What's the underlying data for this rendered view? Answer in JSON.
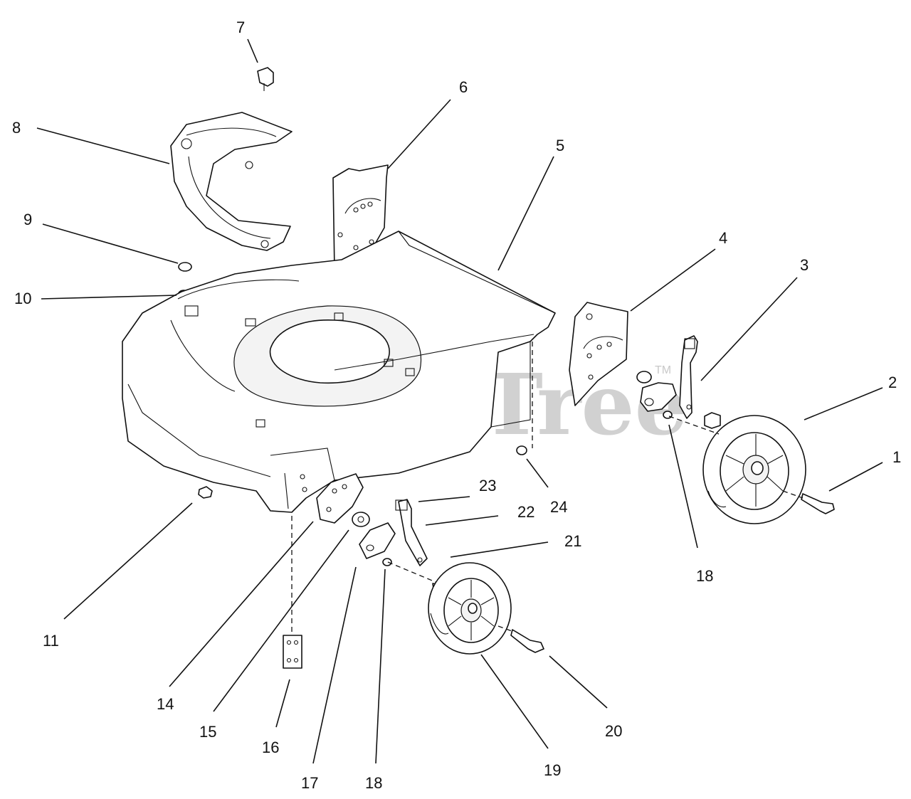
{
  "watermark": {
    "text": "PartsTree",
    "trademark": "TM"
  },
  "callouts": {
    "c1": "1",
    "c2": "2",
    "c3": "3",
    "c4": "4",
    "c5": "5",
    "c6": "6",
    "c7": "7",
    "c8": "8",
    "c9": "9",
    "c10": "10",
    "c11": "11",
    "c14": "14",
    "c15": "15",
    "c16": "16",
    "c17": "17",
    "c18a": "18",
    "c18b": "18",
    "c19": "19",
    "c20": "20",
    "c21": "21",
    "c22": "22",
    "c23": "23",
    "c24": "24"
  }
}
